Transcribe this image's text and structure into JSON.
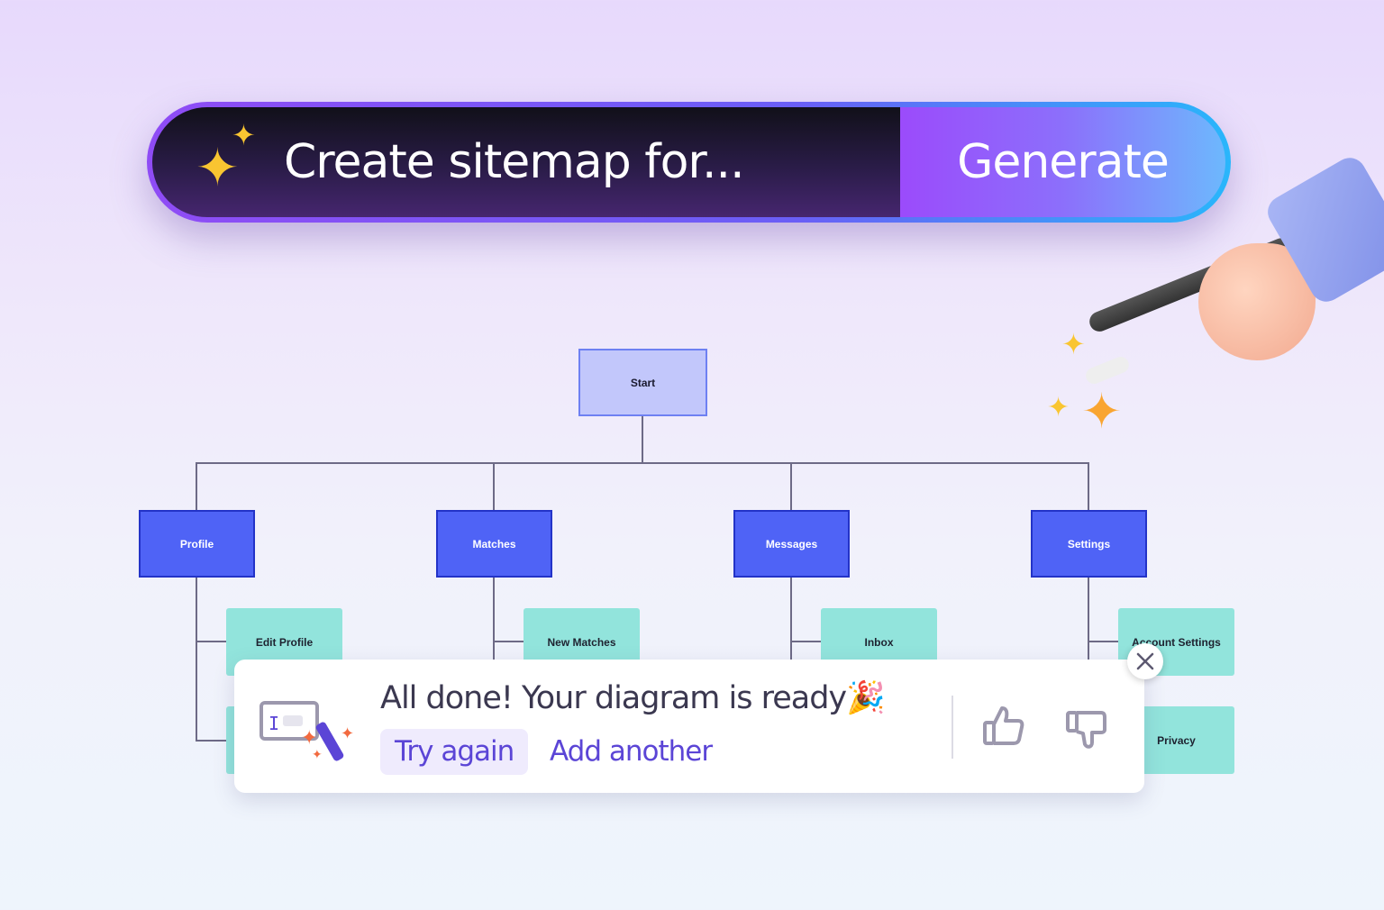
{
  "prompt_bar": {
    "placeholder": "Create sitemap for...",
    "generate_label": "Generate",
    "sparkle_icon": "sparkles-icon"
  },
  "diagram": {
    "root": "Start",
    "sections": [
      {
        "label": "Profile",
        "children": [
          "Edit Profile",
          ""
        ]
      },
      {
        "label": "Matches",
        "children": [
          "New Matches",
          ""
        ]
      },
      {
        "label": "Messages",
        "children": [
          "Inbox",
          ""
        ]
      },
      {
        "label": "Settings",
        "children": [
          "Account Settings",
          "Privacy"
        ]
      }
    ]
  },
  "toast": {
    "message": "All done! Your diagram is ready",
    "emoji": "🎉",
    "try_again": "Try again",
    "add_another": "Add another",
    "icons": [
      "magic-wand-input-icon",
      "thumbs-up-icon",
      "thumbs-down-icon",
      "close-icon"
    ]
  },
  "colors": {
    "accent": "#5b45d6",
    "node_primary": "#4f63f6",
    "node_root": "#c2c7fb",
    "node_child": "#92e4dc"
  }
}
